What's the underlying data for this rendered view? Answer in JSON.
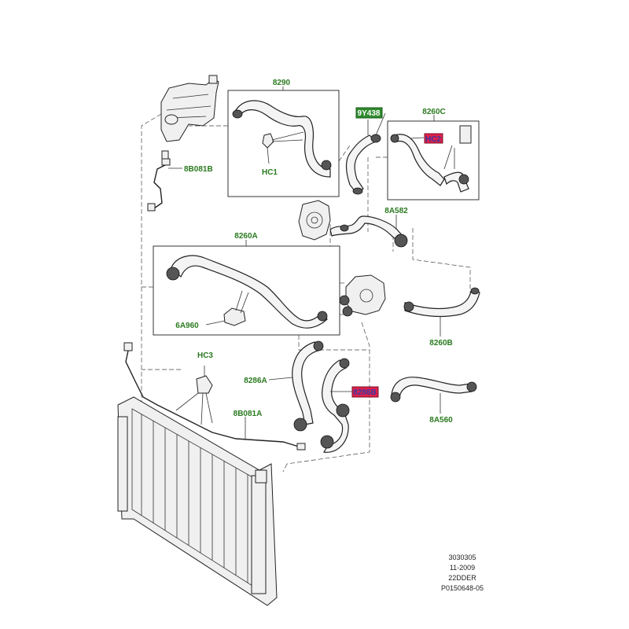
{
  "labels": {
    "l8290": "8290",
    "l9Y438": "9Y438",
    "l8260C": "8260C",
    "lHC2": "HC2",
    "l8B081B": "8B081B",
    "lHC1": "HC1",
    "l8A582": "8A582",
    "l8260A": "8260A",
    "l6A960": "6A960",
    "l8260B": "8260B",
    "lHC3": "HC3",
    "l8286A": "8286A",
    "l8286B": "8286B",
    "l8B081A": "8B081A",
    "l8A560": "8A560"
  },
  "footer": {
    "line1": "3030305",
    "line2": "11-2009",
    "line3": "22DDER",
    "line4": "P0150648-05"
  },
  "colors": {
    "label_text": "#2a7a1f",
    "highlight_green": "#2e8b2e",
    "highlight_red": "#e0204a",
    "highlight_red_text": "#3a3aa0"
  }
}
